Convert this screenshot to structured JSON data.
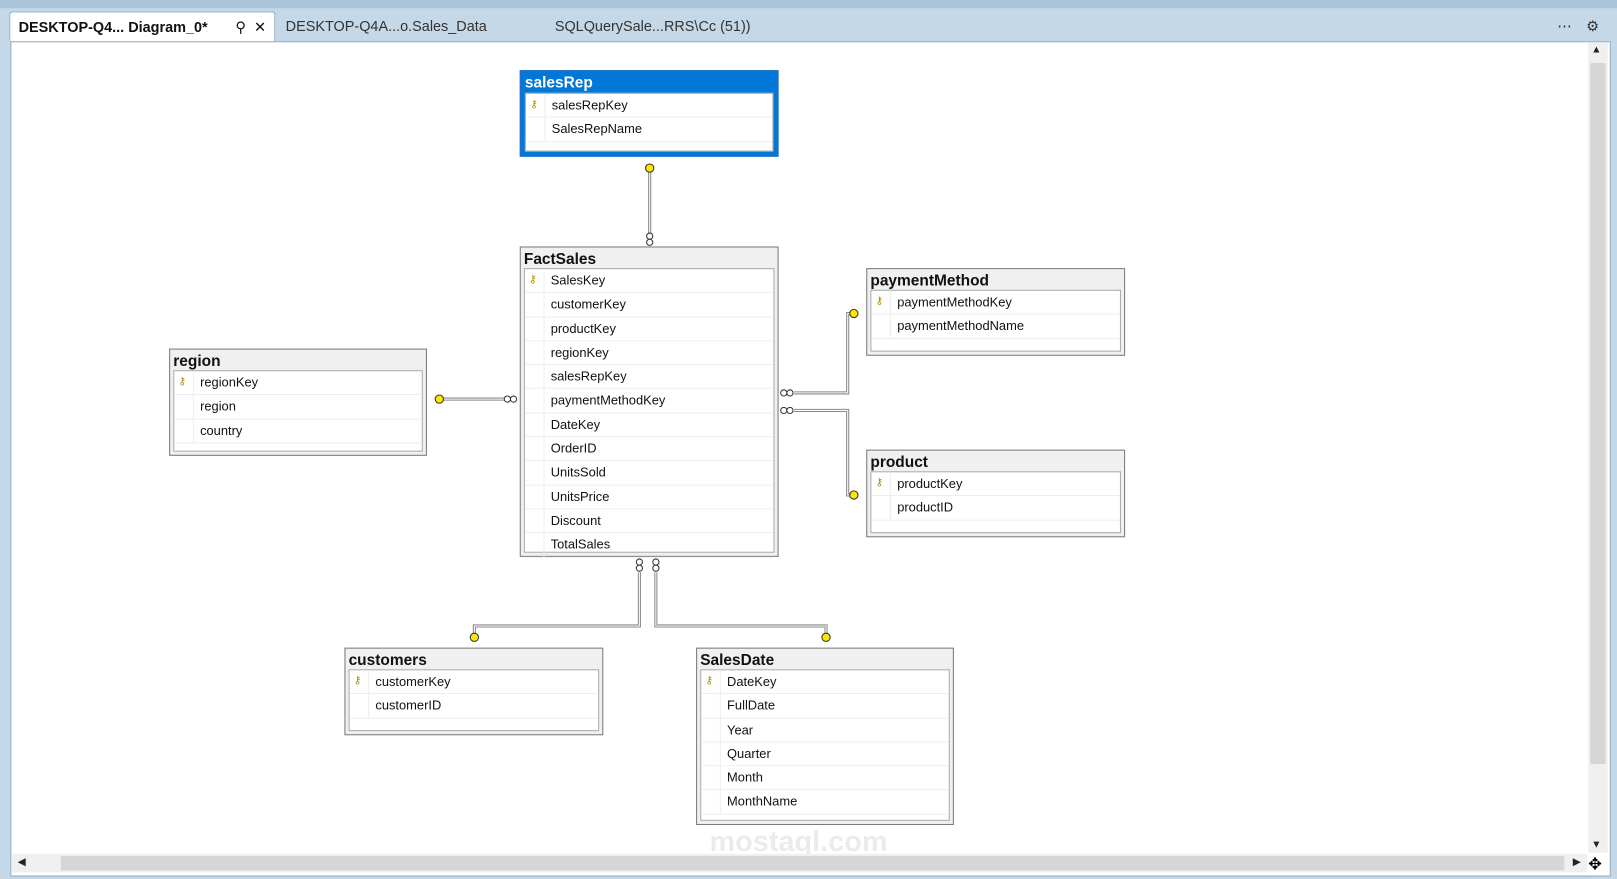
{
  "tabs": [
    {
      "label": "DESKTOP-Q4... Diagram_0*",
      "active": true
    },
    {
      "label": "DESKTOP-Q4A...o.Sales_Data"
    },
    {
      "label": "SQLQuerySale...RRS\\Cc (51))"
    }
  ],
  "tables": [
    {
      "id": "salesRep",
      "name": "salesRep",
      "selected": true,
      "columns": [
        {
          "name": "salesRepKey",
          "pk": true
        },
        {
          "name": "SalesRepName"
        }
      ]
    },
    {
      "id": "FactSales",
      "name": "FactSales",
      "columns": [
        {
          "name": "SalesKey",
          "pk": true
        },
        {
          "name": "customerKey"
        },
        {
          "name": "productKey"
        },
        {
          "name": "regionKey"
        },
        {
          "name": "salesRepKey"
        },
        {
          "name": "paymentMethodKey"
        },
        {
          "name": "DateKey"
        },
        {
          "name": "OrderID"
        },
        {
          "name": "UnitsSold"
        },
        {
          "name": "UnitsPrice"
        },
        {
          "name": "Discount"
        },
        {
          "name": "TotalSales"
        }
      ]
    },
    {
      "id": "paymentMethod",
      "name": "paymentMethod",
      "columns": [
        {
          "name": "paymentMethodKey",
          "pk": true
        },
        {
          "name": "paymentMethodName"
        }
      ]
    },
    {
      "id": "region",
      "name": "region",
      "columns": [
        {
          "name": "regionKey",
          "pk": true
        },
        {
          "name": "region"
        },
        {
          "name": "country"
        }
      ]
    },
    {
      "id": "product",
      "name": "product",
      "columns": [
        {
          "name": "productKey",
          "pk": true
        },
        {
          "name": "productID"
        }
      ]
    },
    {
      "id": "customers",
      "name": "customers",
      "columns": [
        {
          "name": "customerKey",
          "pk": true
        },
        {
          "name": "customerID"
        }
      ]
    },
    {
      "id": "SalesDate",
      "name": "SalesDate",
      "columns": [
        {
          "name": "DateKey",
          "pk": true
        },
        {
          "name": "FullDate"
        },
        {
          "name": "Year"
        },
        {
          "name": "Quarter"
        },
        {
          "name": "Month"
        },
        {
          "name": "MonthName"
        }
      ]
    }
  ],
  "relationships": [
    {
      "from": "FactSales",
      "to": "salesRep"
    },
    {
      "from": "FactSales",
      "to": "region"
    },
    {
      "from": "FactSales",
      "to": "paymentMethod"
    },
    {
      "from": "FactSales",
      "to": "product"
    },
    {
      "from": "FactSales",
      "to": "customers"
    },
    {
      "from": "FactSales",
      "to": "SalesDate"
    }
  ],
  "watermark": "mostaql.com",
  "colors": {
    "selected_header": "#0078d7",
    "key": "#e8d800"
  }
}
